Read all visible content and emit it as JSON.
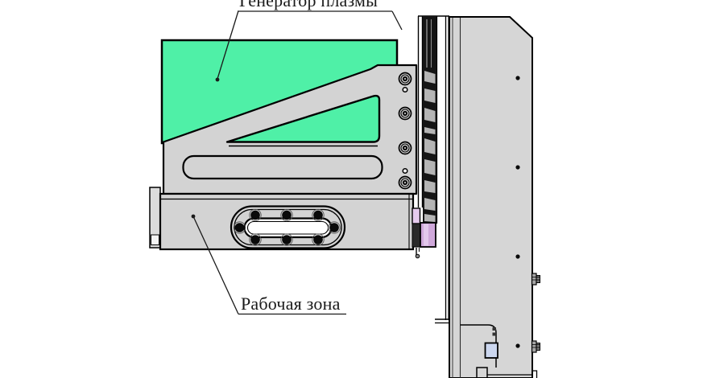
{
  "figure": {
    "type": "technical-diagram",
    "description": "Side view of a plasma generator machine head mounted on a vertical column",
    "labels": {
      "plasma_generator": "Генератор плазмы",
      "work_zone": "Рабочая зона"
    },
    "colors": {
      "background": "#ffffff",
      "outline": "#000000",
      "plasma_generator_fill": "#4FF0A7",
      "bracket_gray": "#d3d3d3",
      "box_gray": "#d3d3d3",
      "column_gray": "#d6d6d6",
      "tab_gray": "#dcdcdc",
      "rail_dark": "#151515",
      "rail_segment": "#b5b5b5",
      "roller_pink": "#cfa8da",
      "roller_pink_light": "#e6cbee",
      "roller_highlight": "#e3c8ec",
      "block_blue": "#ccd7ef",
      "slot_white": "#ffffff",
      "bolt_dark": "#0a0a0a"
    }
  }
}
